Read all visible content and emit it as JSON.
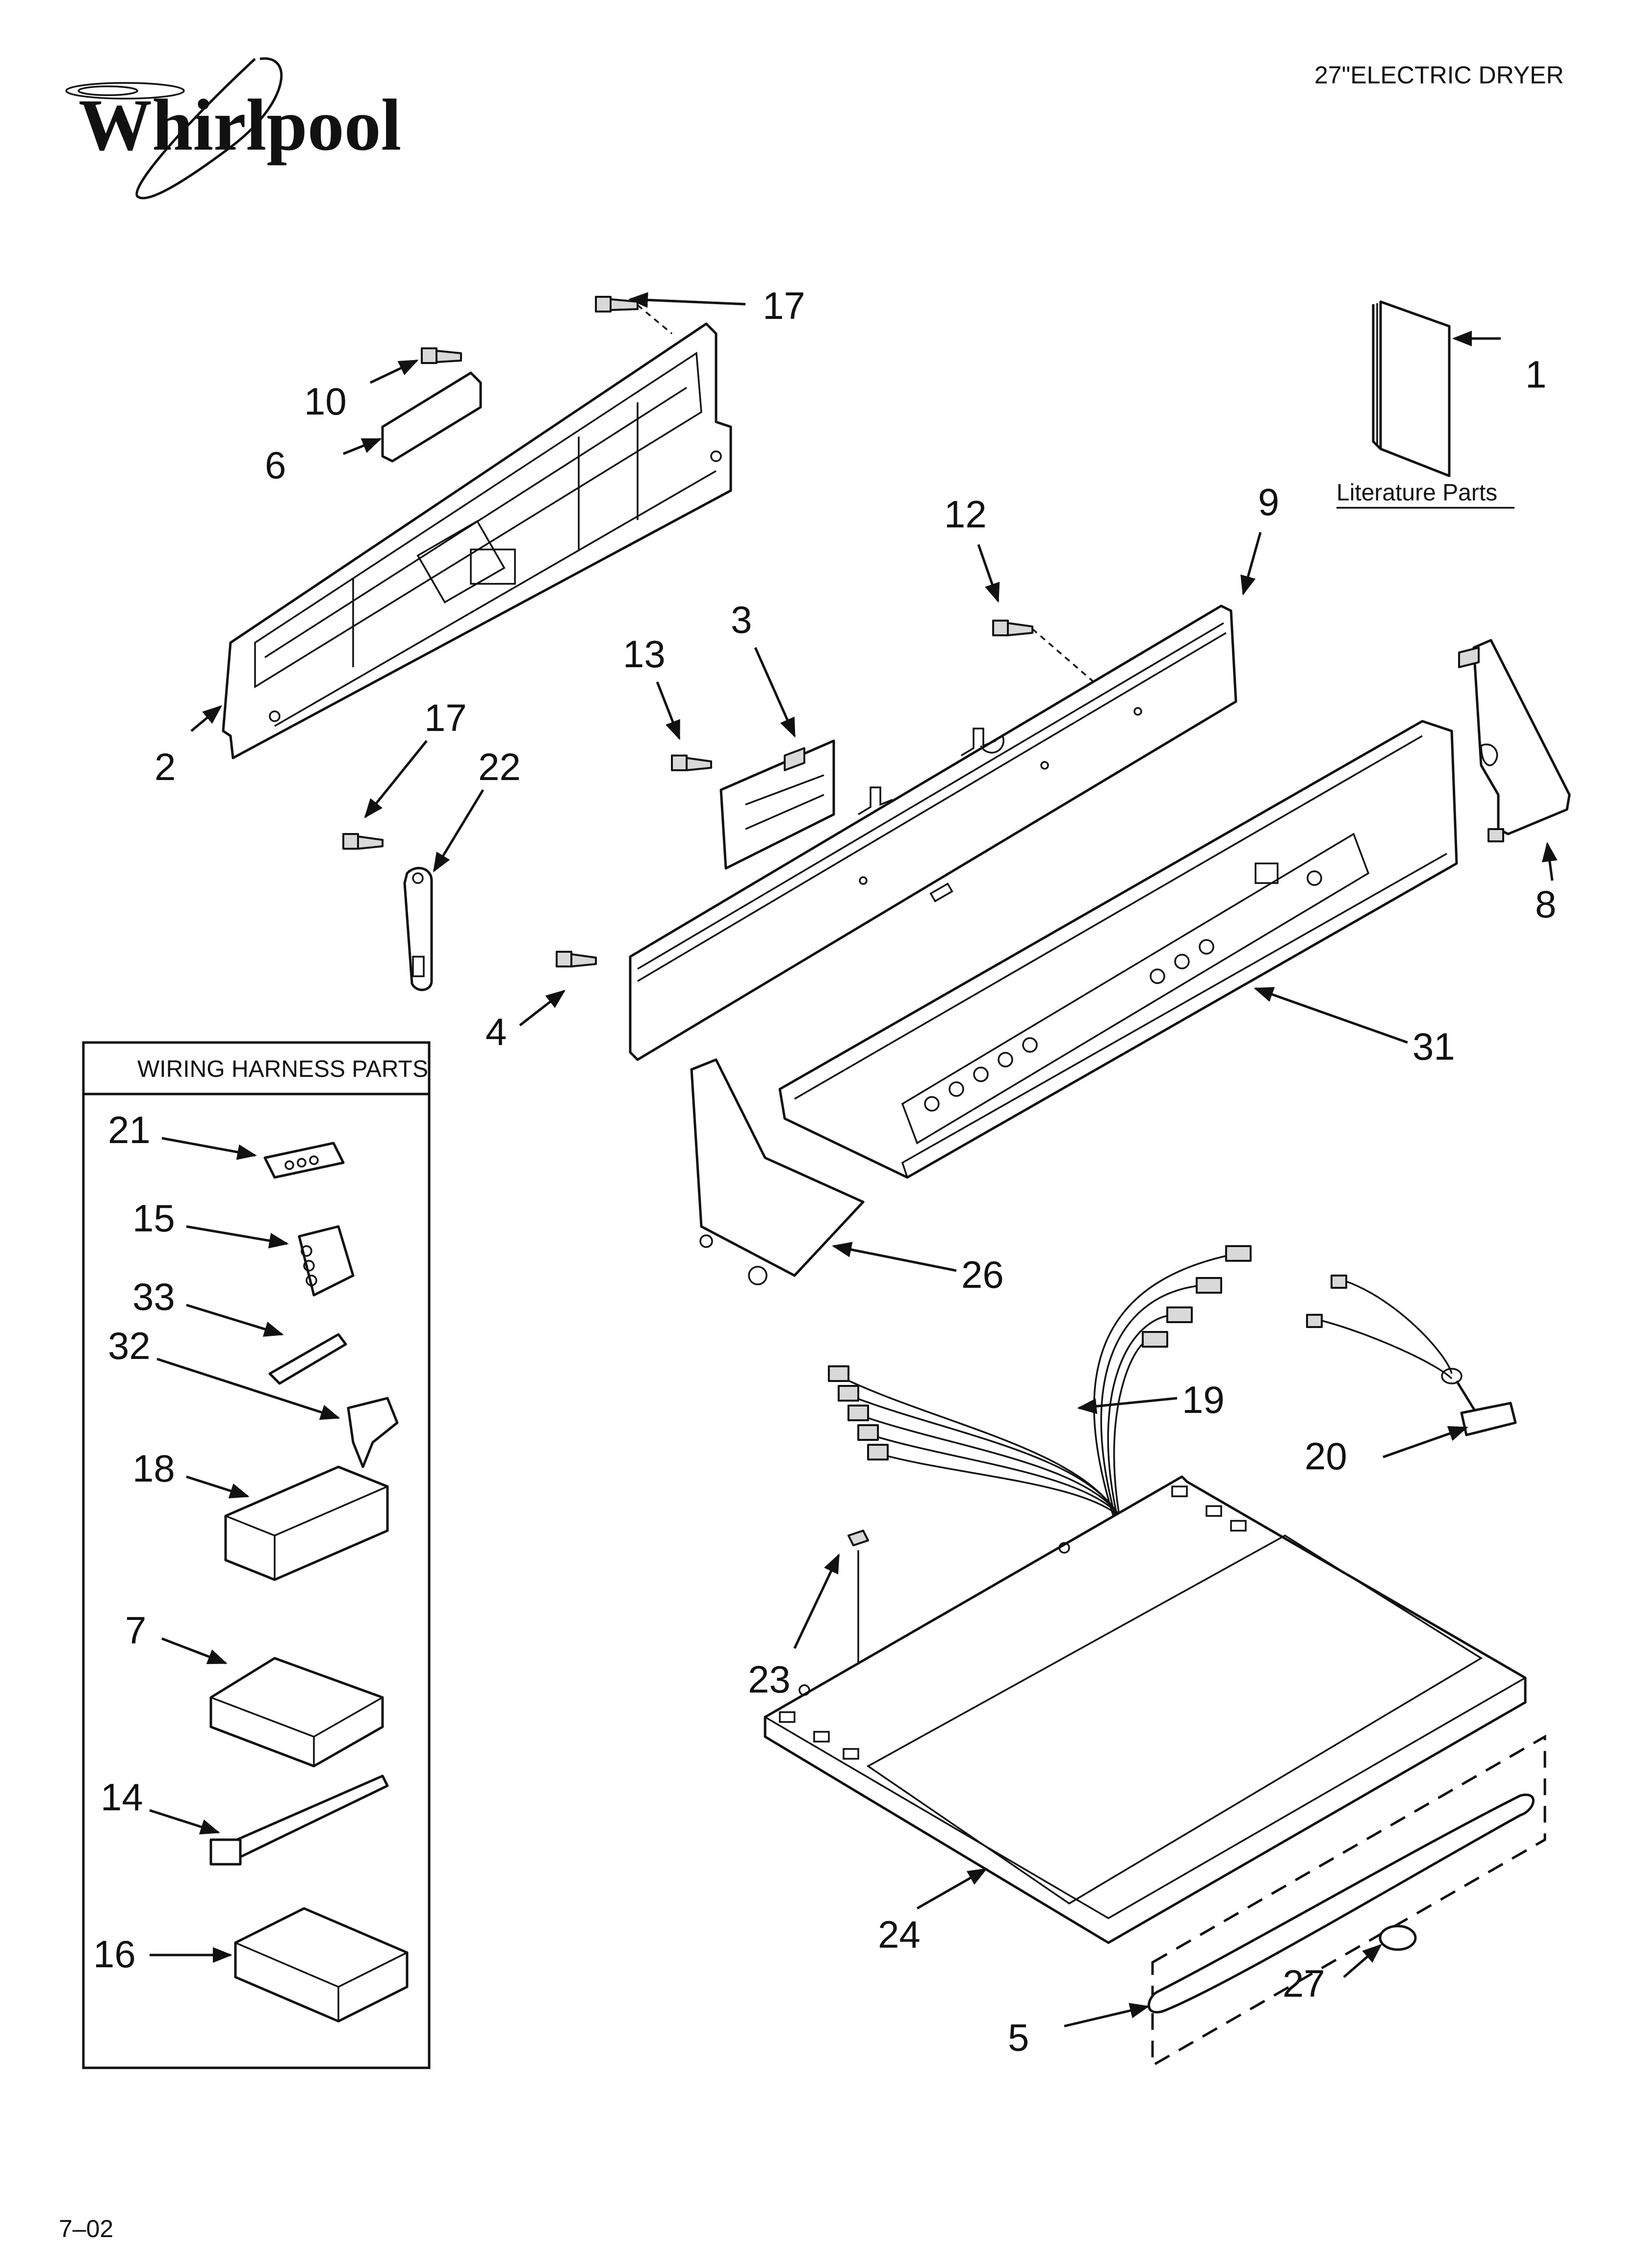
{
  "brand": {
    "logo_text": "Whirlpool",
    "logo_mark": "whirlpool-swirl-logo"
  },
  "header": {
    "title": "27\"ELECTRIC DRYER"
  },
  "literature": {
    "label": "Literature Parts"
  },
  "wiring_box": {
    "title": "WIRING HARNESS PARTS"
  },
  "callouts": {
    "c1": "1",
    "c2": "2",
    "c3": "3",
    "c4": "4",
    "c5": "5",
    "c6": "6",
    "c7": "7",
    "c8": "8",
    "c9": "9",
    "c10": "10",
    "c12": "12",
    "c13": "13",
    "c14": "14",
    "c15": "15",
    "c16": "16",
    "c17a": "17",
    "c17b": "17",
    "c18": "18",
    "c19": "19",
    "c20": "20",
    "c21": "21",
    "c22": "22",
    "c23": "23",
    "c24": "24",
    "c26": "26",
    "c27": "27",
    "c31": "31",
    "c32": "32",
    "c33": "33"
  },
  "footer": {
    "date_code": "7–02"
  }
}
